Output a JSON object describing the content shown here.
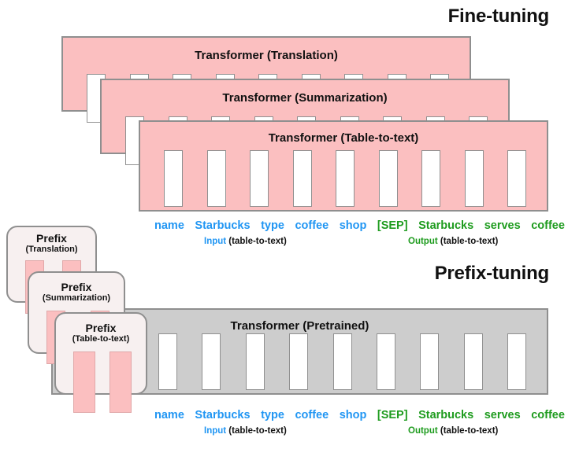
{
  "figure": {
    "sections": {
      "finetuning": {
        "title": "Fine-tuning"
      },
      "prefixtuning": {
        "title": "Prefix-tuning"
      }
    },
    "finetuning_stack": [
      {
        "label": "Transformer (Translation)",
        "slots": 9
      },
      {
        "label": "Transformer (Summarization)",
        "slots": 9
      },
      {
        "label": "Transformer (Table-to-text)",
        "slots": 9
      }
    ],
    "pretrained_transformer": {
      "label": "Transformer  (Pretrained)",
      "slots": 9
    },
    "prefix_stack": [
      {
        "title": "Prefix",
        "subtitle": "(Translation)",
        "bars": 2
      },
      {
        "title": "Prefix",
        "subtitle": "(Summarization)",
        "bars": 2
      },
      {
        "title": "Prefix",
        "subtitle": "(Table-to-text)",
        "bars": 2
      }
    ],
    "token_sequence": [
      {
        "text": "name",
        "role": "input"
      },
      {
        "text": "Starbucks",
        "role": "input"
      },
      {
        "text": "type",
        "role": "input"
      },
      {
        "text": "coffee",
        "role": "input"
      },
      {
        "text": "shop",
        "role": "input"
      },
      {
        "text": "[SEP]",
        "role": "output"
      },
      {
        "text": "Starbucks",
        "role": "output"
      },
      {
        "text": "serves",
        "role": "output"
      },
      {
        "text": "coffee",
        "role": "output"
      }
    ],
    "io_labels": {
      "input_keyword": "Input",
      "input_task": " (table-to-text)",
      "output_keyword": "Output",
      "output_task": " (table-to-text)"
    },
    "colors": {
      "input_blue": "#2196f3",
      "output_green": "#1f9c1f",
      "transformer_pink": "#fbbfc0",
      "pretrained_grey": "#cdcdcd",
      "prefix_card": "#f7f0f0",
      "border_grey": "#8f8f8f",
      "text_black": "#111111"
    }
  }
}
